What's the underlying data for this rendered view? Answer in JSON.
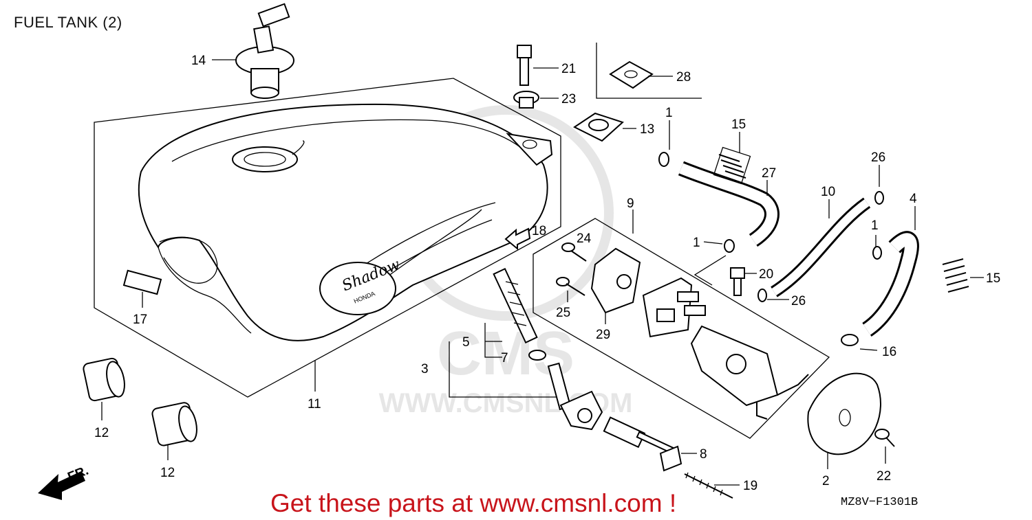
{
  "title": "FUEL TANK (2)",
  "footer_text": "Get these parts at www.cmsnl.com !",
  "diagram_code": "MZ8V−F1301B",
  "watermark": {
    "line1": "CMS",
    "line2": "WWW.CMSNL.COM"
  },
  "front_arrow_label": "FR.",
  "tank_badge": {
    "script": "Shadow",
    "brand": "HONDA"
  },
  "callouts": {
    "c14": "14",
    "c21": "21",
    "c23": "23",
    "c28": "28",
    "c13": "13",
    "c1a": "1",
    "c15a": "15",
    "c26a": "26",
    "c27": "27",
    "c10": "10",
    "c4": "4",
    "c1b": "1",
    "c1c": "1",
    "c9": "9",
    "c24": "24",
    "c18": "18",
    "c20": "20",
    "c26b": "26",
    "c15b": "15",
    "c25": "25",
    "c29": "29",
    "c17": "17",
    "c5": "5",
    "c7": "7",
    "c3": "3",
    "c16": "16",
    "c11": "11",
    "c12a": "12",
    "c12b": "12",
    "c8": "8",
    "c19": "19",
    "c2": "2",
    "c22": "22"
  }
}
